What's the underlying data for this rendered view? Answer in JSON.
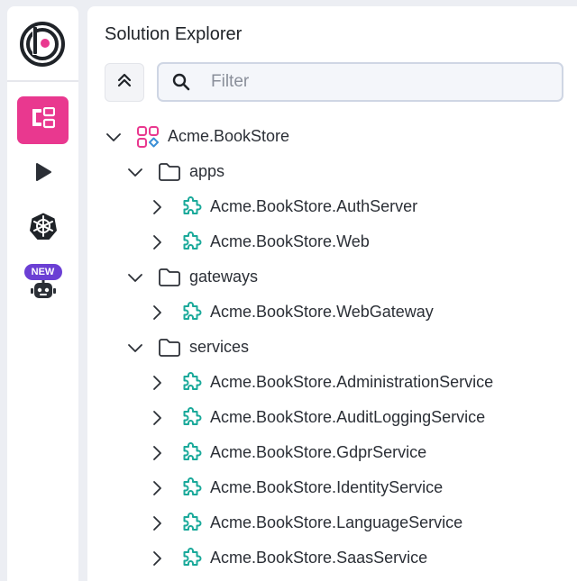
{
  "panel": {
    "title": "Solution Explorer"
  },
  "filter": {
    "placeholder": "Filter",
    "value": ""
  },
  "sidebar": {
    "logo_icon": "abp-logo-icon",
    "items": [
      {
        "icon": "solution-tree-icon",
        "active": true
      },
      {
        "icon": "play-icon",
        "active": false
      },
      {
        "icon": "kubernetes-icon",
        "active": false
      },
      {
        "icon": "ai-assistant-robot-icon",
        "badge": "NEW",
        "active": false
      }
    ]
  },
  "tree": {
    "root": {
      "label": "Acme.BookStore",
      "icon": "solution-icon",
      "expanded": true
    },
    "folders": [
      {
        "label": "apps",
        "expanded": true,
        "items": [
          {
            "label": "Acme.BookStore.AuthServer"
          },
          {
            "label": "Acme.BookStore.Web"
          }
        ]
      },
      {
        "label": "gateways",
        "expanded": true,
        "items": [
          {
            "label": "Acme.BookStore.WebGateway"
          }
        ]
      },
      {
        "label": "services",
        "expanded": true,
        "items": [
          {
            "label": "Acme.BookStore.AdministrationService"
          },
          {
            "label": "Acme.BookStore.AuditLoggingService"
          },
          {
            "label": "Acme.BookStore.GdprService"
          },
          {
            "label": "Acme.BookStore.IdentityService"
          },
          {
            "label": "Acme.BookStore.LanguageService"
          },
          {
            "label": "Acme.BookStore.SaasService"
          }
        ]
      }
    ]
  },
  "colors": {
    "accent": "#e9388f",
    "module": "#1aa99a",
    "root_pink": "#e9388f",
    "root_blue": "#3b8fd6"
  }
}
